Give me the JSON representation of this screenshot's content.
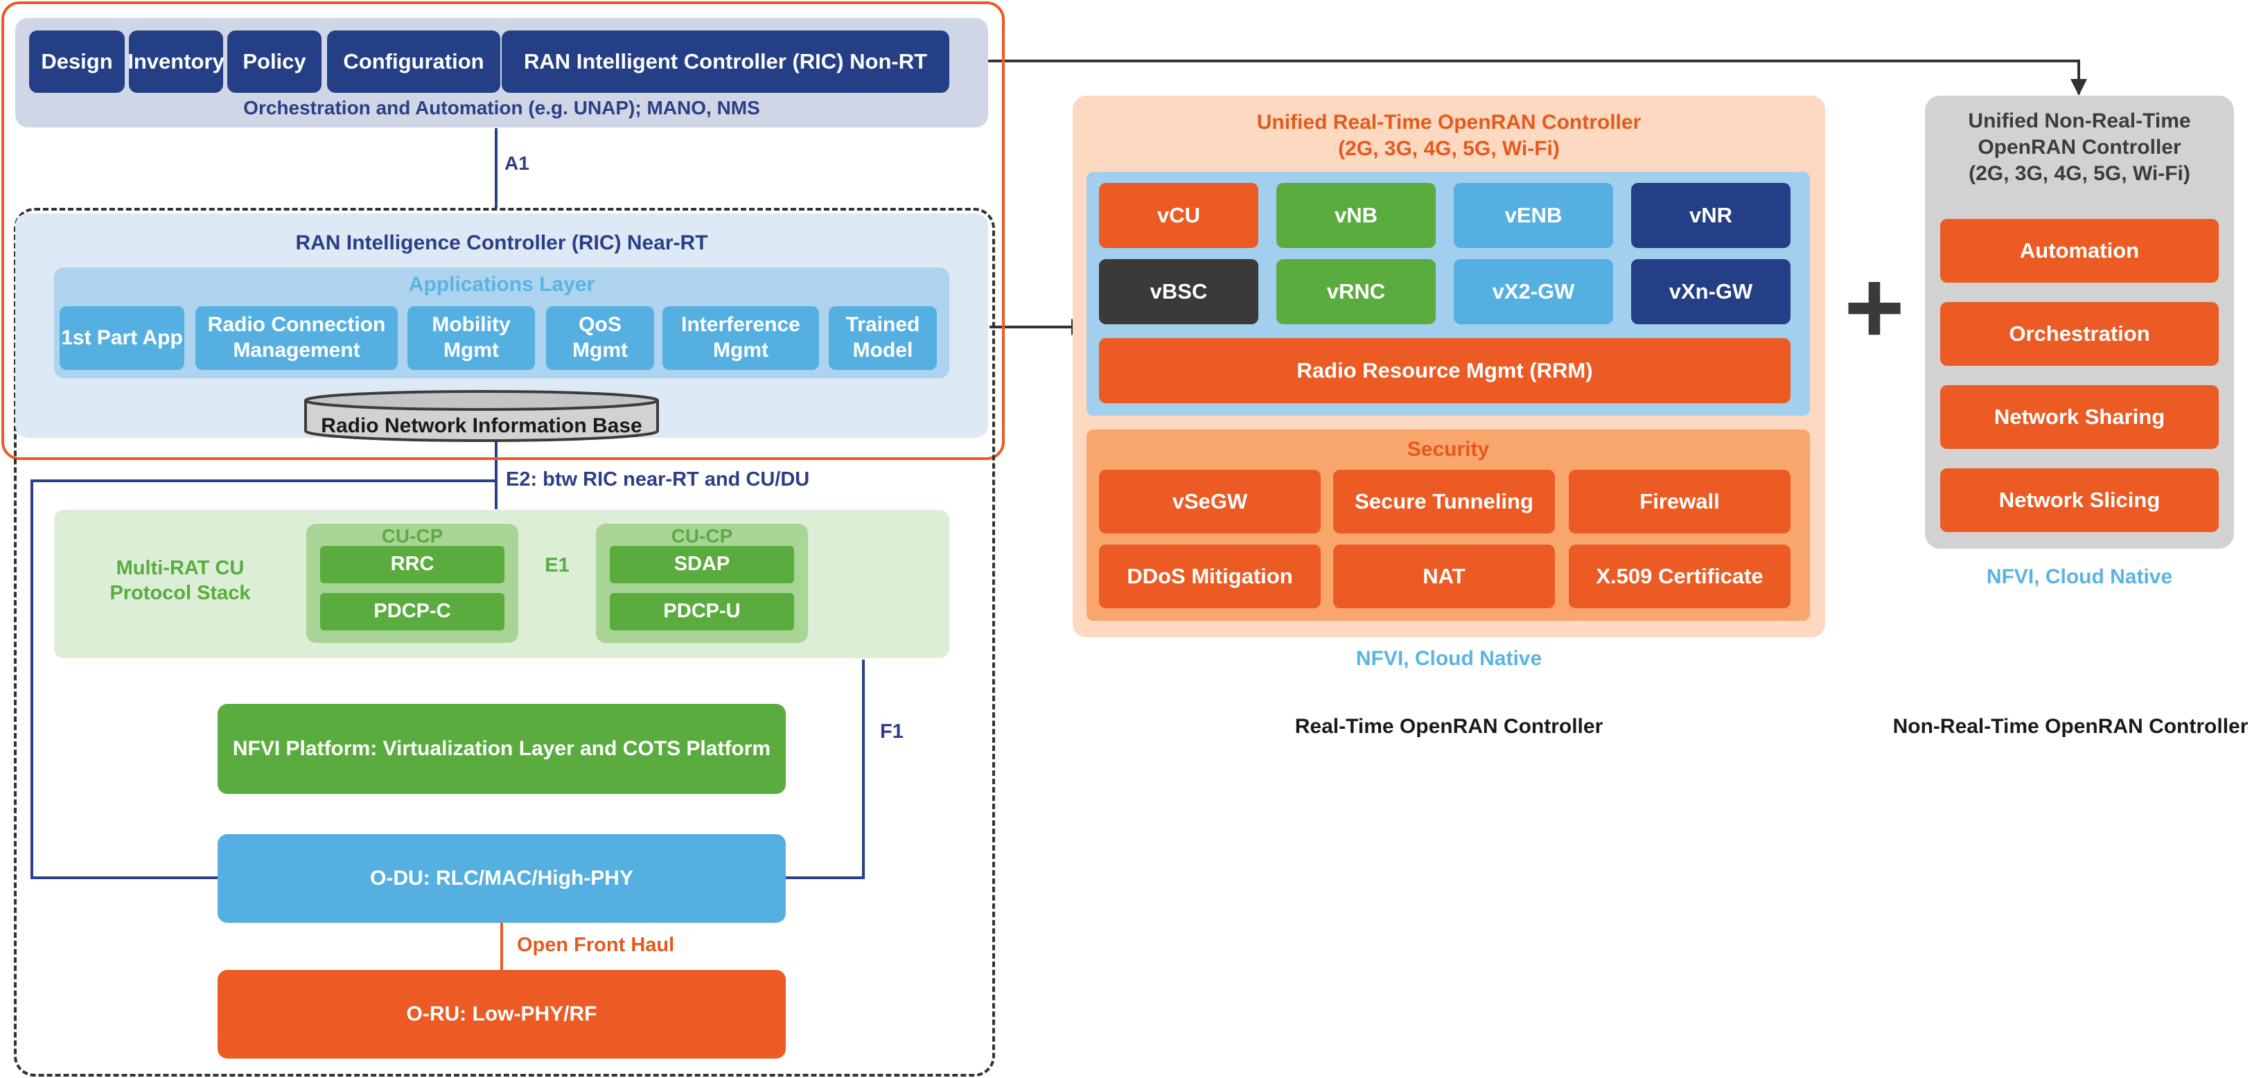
{
  "orchestration": {
    "tabs": [
      "Design",
      "Inventory",
      "Policy",
      "Configuration",
      "RAN Intelligent Controller (RIC) Non-RT"
    ],
    "caption": "Orchestration and Automation (e.g. UNAP); MANO, NMS"
  },
  "links": {
    "a1": "A1",
    "e2": "E2: btw RIC near-RT and CU/DU",
    "e1": "E1",
    "f1": "F1",
    "fronthaul": "Open Front Haul"
  },
  "near_rt": {
    "title": "RAN Intelligence Controller (RIC) Near-RT",
    "apps_layer_title": "Applications Layer",
    "apps": [
      "1st Part App",
      "Radio Connection Management",
      "Mobility Mgmt",
      "QoS Mgmt",
      "Interference Mgmt",
      "Trained Model"
    ],
    "rnib": "Radio Network Information Base"
  },
  "cu": {
    "stack_label": "Multi-RAT CU Protocol Stack",
    "cp_label": "CU-CP",
    "up_label": "CU-CP",
    "cp_items": [
      "RRC",
      "PDCP-C"
    ],
    "up_items": [
      "SDAP",
      "PDCP-U"
    ]
  },
  "nfvi_platform": "NFVI Platform: Virtualization Layer and COTS Platform",
  "odu": "O-DU: RLC/MAC/High-PHY",
  "oru": "O-RU: Low-PHY/RF",
  "rt_controller": {
    "title": "Unified Real-Time OpenRAN Controller",
    "subtitle": "(2G, 3G, 4G, 5G, Wi-Fi)",
    "functions": [
      "vCU",
      "vNB",
      "vENB",
      "vNR",
      "vBSC",
      "vRNC",
      "vX2-GW",
      "vXn-GW"
    ],
    "rrm": "Radio Resource Mgmt (RRM)",
    "security_title": "Security",
    "security_items": [
      "vSeGW",
      "Secure Tunneling",
      "Firewall",
      "DDoS Mitigation",
      "NAT",
      "X.509 Certificate"
    ],
    "nfvi_note": "NFVI, Cloud Native",
    "caption": "Real-Time OpenRAN Controller"
  },
  "plus_symbol": "+",
  "nrt_controller": {
    "title": "Unified Non-Real-Time OpenRAN Controller",
    "subtitle": "(2G, 3G, 4G, 5G, Wi-Fi)",
    "items": [
      "Automation",
      "Orchestration",
      "Network Sharing",
      "Network Slicing"
    ],
    "nfvi_note": "NFVI, Cloud Native",
    "caption": "Non-Real-Time OpenRAN Controller"
  }
}
